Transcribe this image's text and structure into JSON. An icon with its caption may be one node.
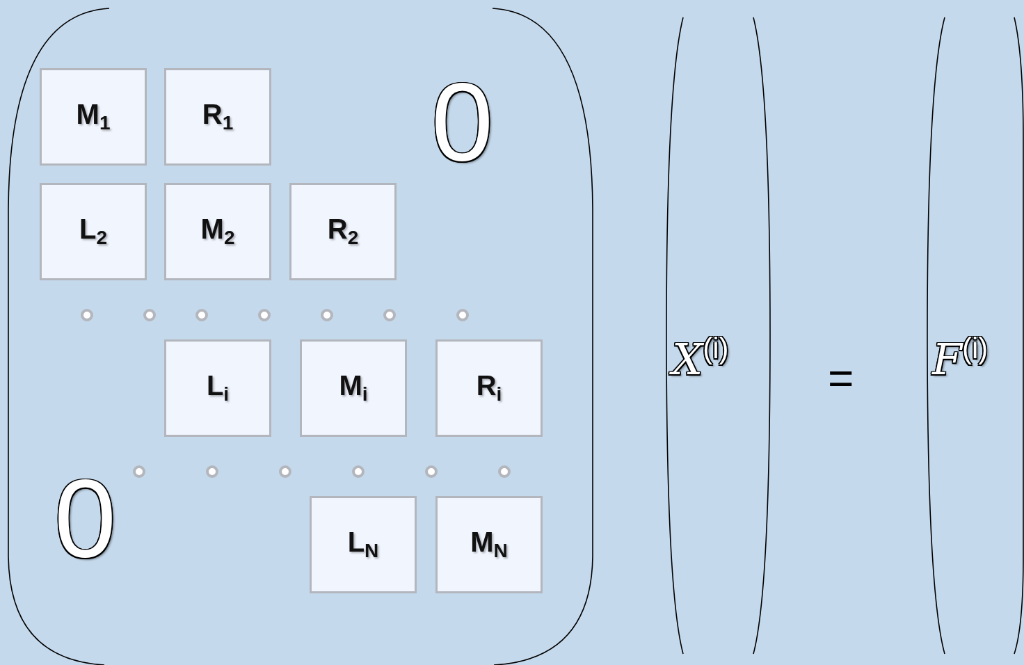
{
  "diagram": {
    "nodes": [
      {
        "text": [
          "M$_{1}$"
        ]
      },
      {
        "text": [
          "R$_{1}$"
        ]
      },
      {
        "text": [
          "L$_{2}$"
        ]
      },
      {
        "text": [
          "M$_{2}$"
        ]
      },
      {
        "text": [
          "R$_{2}$"
        ]
      },
      {
        "text": [
          "L$_{i}$"
        ]
      },
      {
        "text": [
          "M$_{i}$"
        ]
      },
      {
        "text": [
          "R$_{i}$"
        ]
      },
      {
        "text": [
          "L$_{N}$"
        ]
      },
      {
        "text": [
          "M$_{N}$"
        ]
      }
    ],
    "labels": [
      "0",
      "0",
      "X$^{(i)}$",
      "=",
      "F$^{(i)}$"
    ]
  }
}
